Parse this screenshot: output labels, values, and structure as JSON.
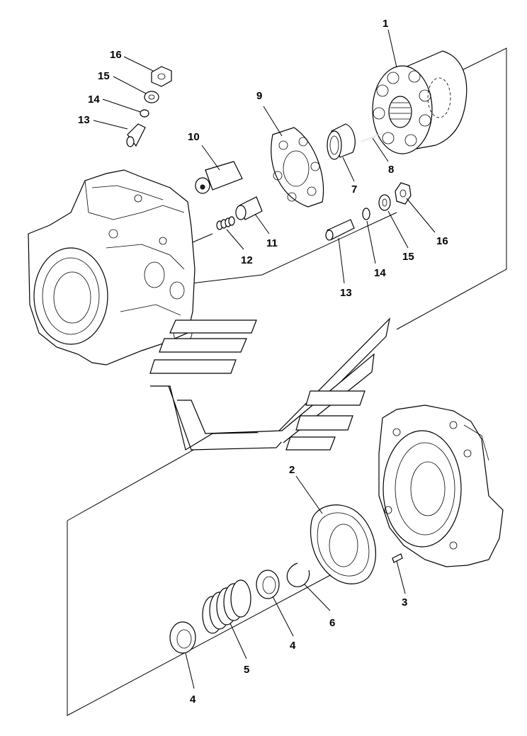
{
  "callouts": [
    {
      "id": "1",
      "label": "1"
    },
    {
      "id": "2",
      "label": "2"
    },
    {
      "id": "3",
      "label": "3"
    },
    {
      "id": "4a",
      "label": "4"
    },
    {
      "id": "4b",
      "label": "4"
    },
    {
      "id": "5",
      "label": "5"
    },
    {
      "id": "6",
      "label": "6"
    },
    {
      "id": "7",
      "label": "7"
    },
    {
      "id": "8",
      "label": "8"
    },
    {
      "id": "9",
      "label": "9"
    },
    {
      "id": "10",
      "label": "10"
    },
    {
      "id": "11",
      "label": "11"
    },
    {
      "id": "12",
      "label": "12"
    },
    {
      "id": "13a",
      "label": "13"
    },
    {
      "id": "13b",
      "label": "13"
    },
    {
      "id": "14a",
      "label": "14"
    },
    {
      "id": "14b",
      "label": "14"
    },
    {
      "id": "15a",
      "label": "15"
    },
    {
      "id": "15b",
      "label": "15"
    },
    {
      "id": "16a",
      "label": "16"
    },
    {
      "id": "16b",
      "label": "16"
    }
  ]
}
